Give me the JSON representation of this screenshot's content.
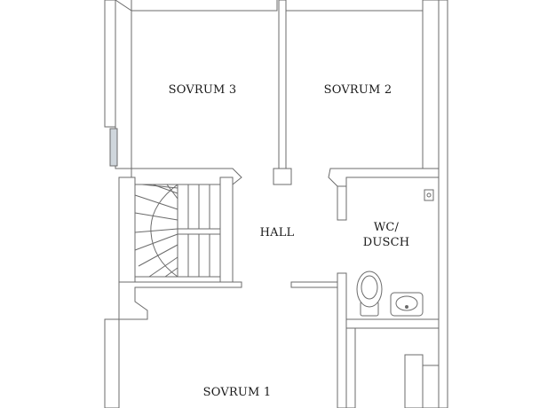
{
  "rooms": {
    "sovrum3": "SOVRUM 3",
    "sovrum2": "SOVRUM 2",
    "hall": "HALL",
    "wc_dusch": "WC/\nDUSCH",
    "sovrum1": "SOVRUM 1"
  },
  "colors": {
    "wall_stroke": "#6b6b6b",
    "wall_fill": "#ffffff",
    "window_fill": "#cfd6dc"
  }
}
